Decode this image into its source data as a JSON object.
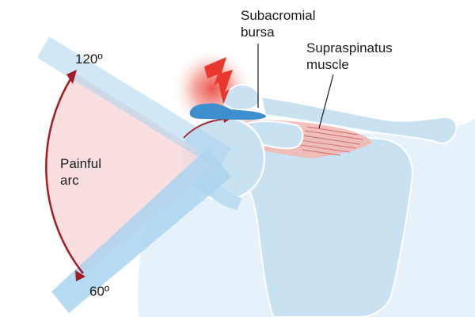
{
  "labels": {
    "angle_upper": "120º",
    "angle_lower": "60º",
    "painful_arc": [
      "Painful",
      "arc"
    ],
    "subacromial_bursa": [
      "Subacromial",
      "bursa"
    ],
    "supraspinatus_muscle": [
      "Supraspinatus",
      "muscle"
    ]
  },
  "colors": {
    "bone": "#c9e2f2",
    "bone_edge": "#ffffff",
    "arm": "#a9d3ee",
    "arc_fill": "#f9d9dc",
    "arc_line": "#a51b22",
    "bursa": "#3d8fd0",
    "inflammation": "#e8372d",
    "muscle": "#f2b9b4",
    "muscle_fiber": "#c85a55"
  },
  "icons": [
    "lightning-bolt-icon"
  ]
}
